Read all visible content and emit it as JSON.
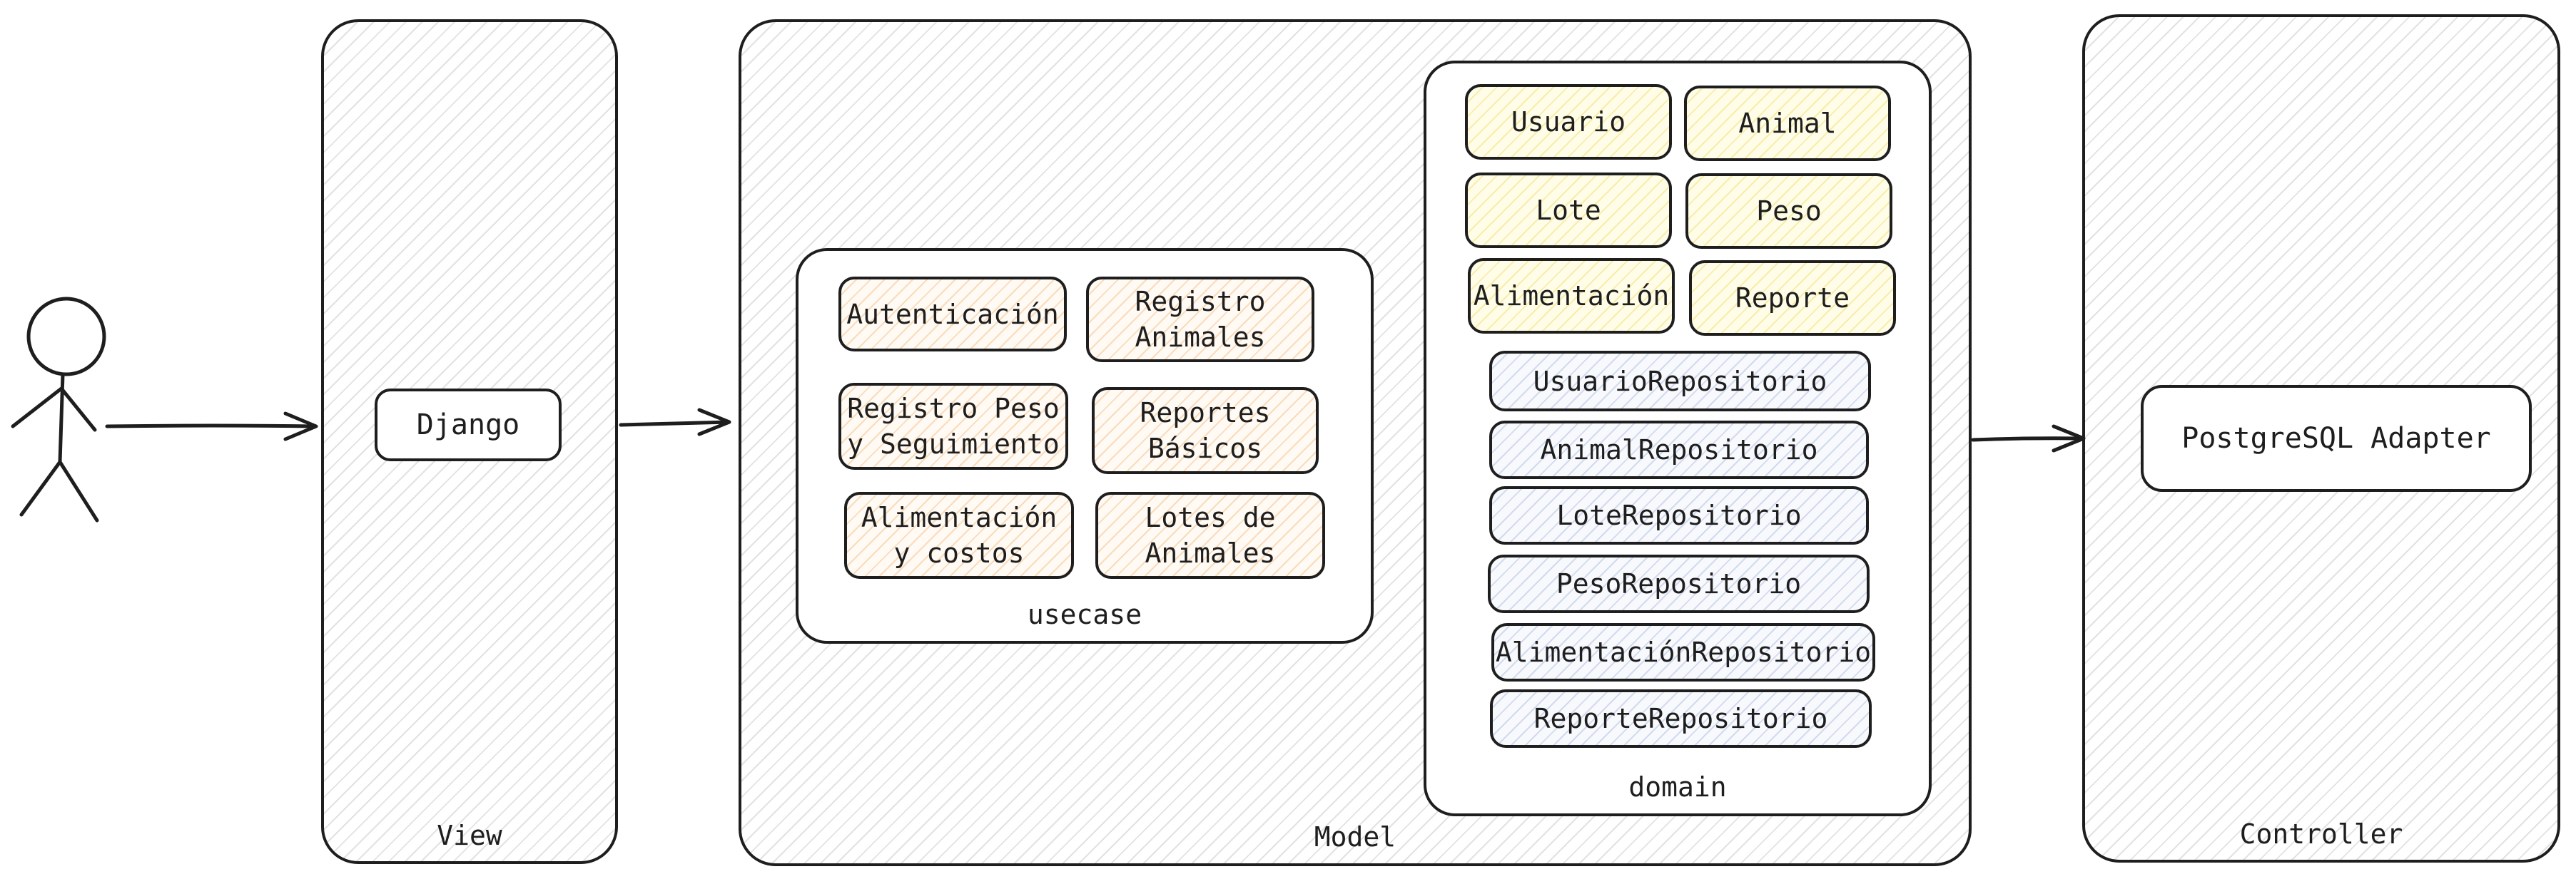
{
  "containers": {
    "view": "View",
    "model": "Model",
    "controller": "Controller",
    "usecase": "usecase",
    "domain": "domain"
  },
  "view_nodes": {
    "django": "Django"
  },
  "controller_nodes": {
    "adapter": "PostgreSQL Adapter"
  },
  "usecases": [
    "Autenticación",
    "Registro\nAnimales",
    "Registro Peso\ny Seguimiento",
    "Reportes\nBásicos",
    "Alimentación\ny costos",
    "Lotes de\nAnimales"
  ],
  "entities": [
    "Usuario",
    "Animal",
    "Lote",
    "Peso",
    "Alimentación",
    "Reporte"
  ],
  "repositories": [
    "UsuarioRepositorio",
    "AnimalRepositorio",
    "LoteRepositorio",
    "PesoRepositorio",
    "AlimentaciónRepositorio",
    "ReporteRepositorio"
  ],
  "colors": {
    "stroke": "#1e1e1e",
    "usecase_fill": "orange-hatch",
    "entity_fill": "yellow-hatch",
    "repository_fill": "blue-hatch"
  }
}
